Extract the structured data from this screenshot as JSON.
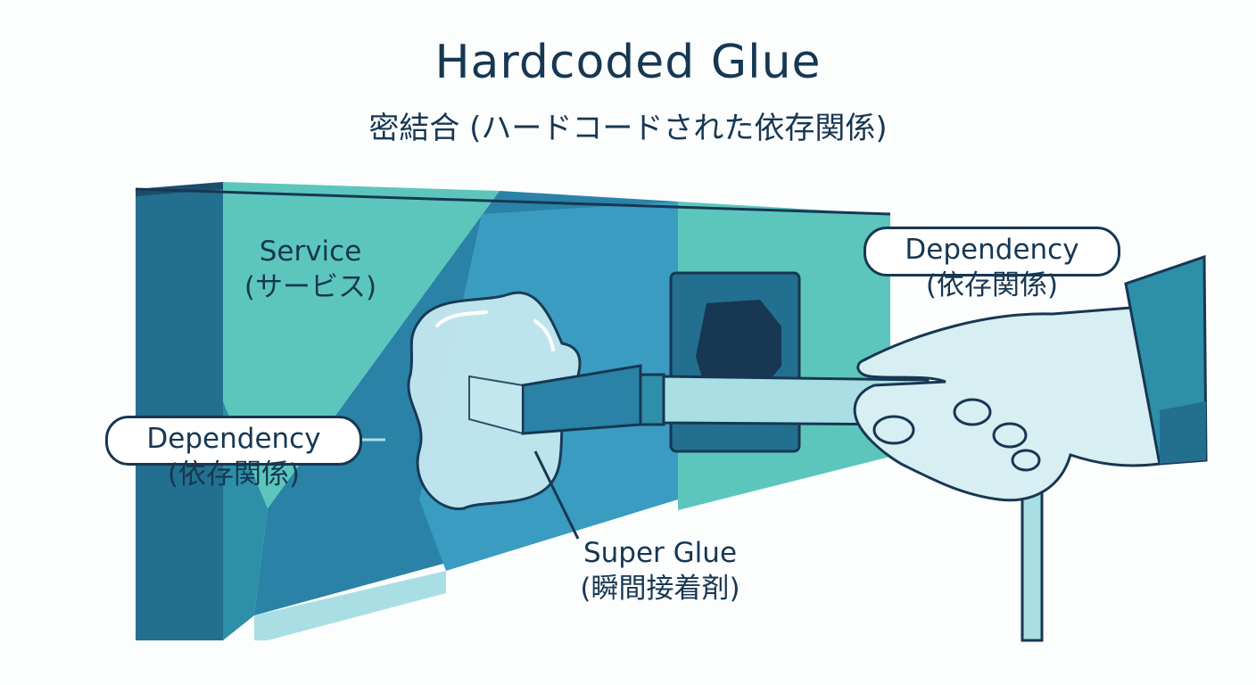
{
  "title": "Hardcoded Glue",
  "subtitle": "密結合 (ハードコードされた依存関係)",
  "labels": {
    "service": {
      "en": "Service",
      "ja": "(サービス)"
    },
    "dependency_left": {
      "en": "Dependency",
      "ja": "(依存関係)"
    },
    "dependency_right": {
      "en": "Dependency",
      "ja": "(依存関係)"
    },
    "glue": {
      "en": "Super Glue",
      "ja": "(瞬間接着剤)"
    }
  },
  "colors": {
    "navy": "#173752",
    "teal_light": "#5cc6bd",
    "teal_mid": "#2d8fa8",
    "blue_mid": "#3a9cc0",
    "blue_dark": "#236f8f",
    "glue": "#c5e8ef",
    "hand": "#d7eef3"
  }
}
